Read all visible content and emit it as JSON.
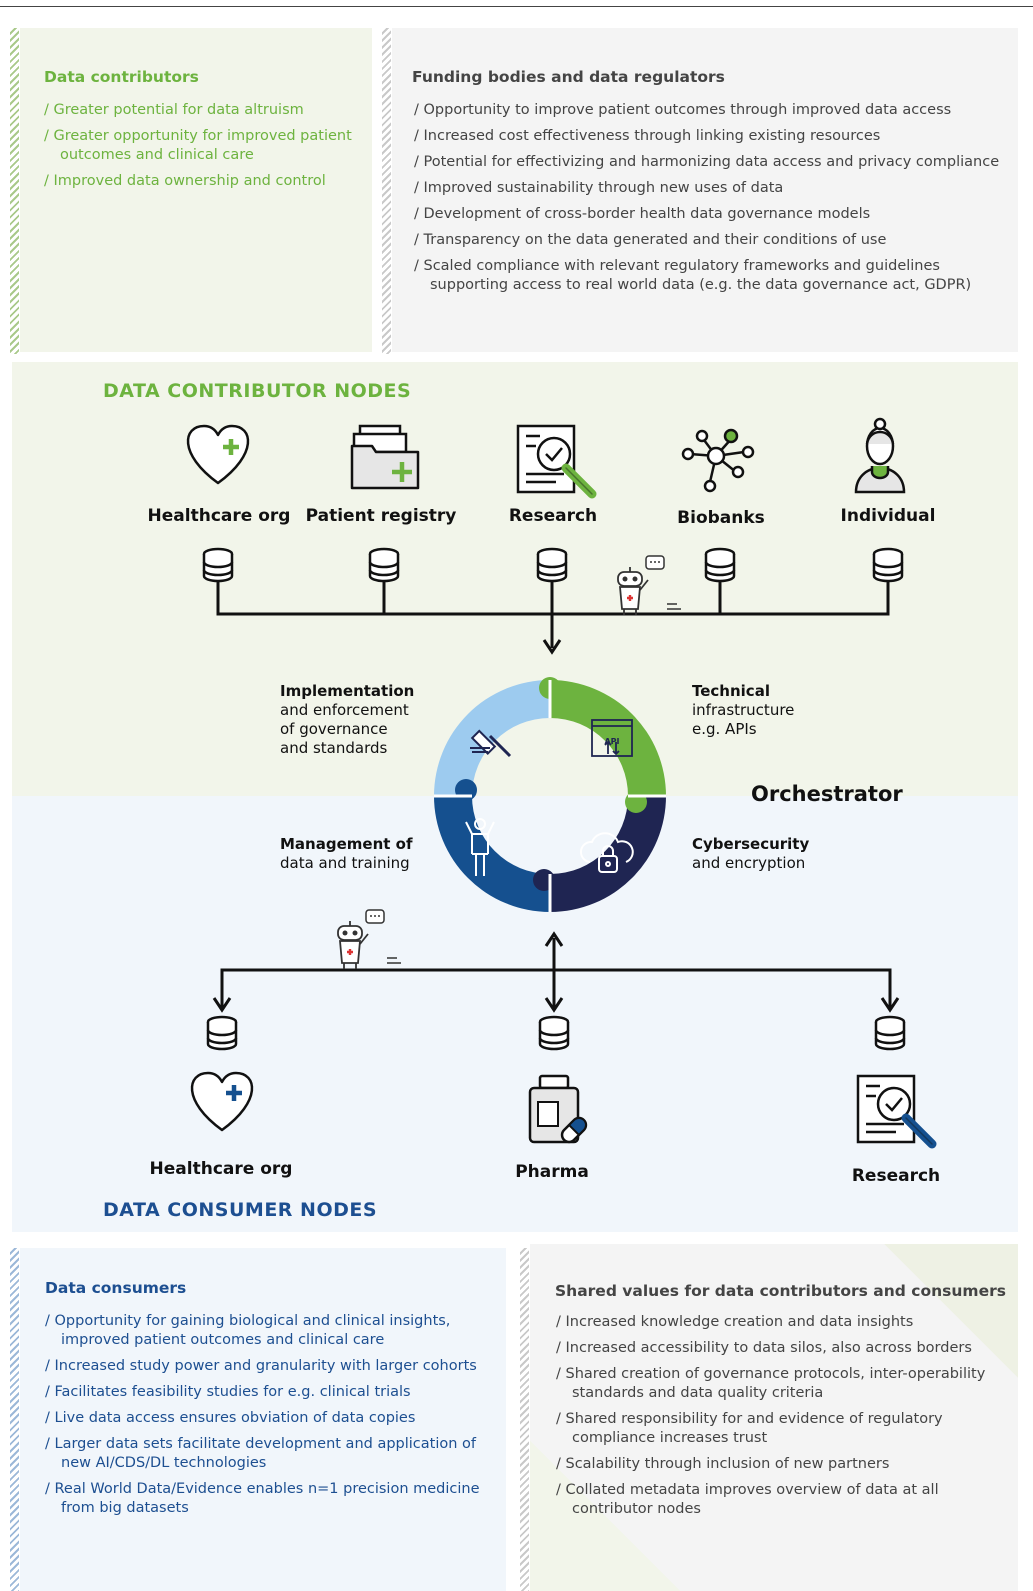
{
  "contributors": {
    "title": "Data contributors",
    "items": [
      "Greater potential for data altruism",
      "Greater opportunity for improved patient outcomes and clinical care",
      "Improved data ownership and control"
    ]
  },
  "funding": {
    "title": "Funding bodies and data regulators",
    "items": [
      "Opportunity to improve patient outcomes through improved data access",
      "Increased cost effectiveness through linking existing resources",
      "Potential for effectivizing and harmonizing data access and privacy compliance",
      "Improved sustainability through new uses of data",
      "Development of cross-border health data governance models",
      "Transparency on the data generated and their conditions of use",
      "Scaled compliance with relevant regulatory frameworks and guidelines supporting access to real world data (e.g. the data governance act, GDPR)"
    ]
  },
  "contributor_nodes": {
    "heading": "DATA CONTRIBUTOR NODES",
    "nodes": [
      {
        "label": "Healthcare org",
        "icon": "heart-plus-icon"
      },
      {
        "label": "Patient registry",
        "icon": "folder-plus-icon"
      },
      {
        "label": "Research",
        "icon": "document-magnifier-icon"
      },
      {
        "label": "Biobanks",
        "icon": "molecule-icon"
      },
      {
        "label": "Individual",
        "icon": "person-icon"
      }
    ]
  },
  "orchestrator": {
    "label": "Orchestrator",
    "implementation": {
      "bold": "Implementation",
      "rest": [
        "and enforcement",
        "of governance",
        "and standards"
      ]
    },
    "technical": {
      "bold": "Technical",
      "rest": [
        "infrastructure",
        "e.g. APIs"
      ]
    },
    "management": {
      "bold": "Management of",
      "rest": [
        "data and training"
      ]
    },
    "cybersecurity": {
      "bold": "Cybersecurity",
      "rest": [
        "and encryption"
      ]
    },
    "api_label": "API"
  },
  "consumer_nodes": {
    "heading": "DATA CONSUMER NODES",
    "nodes": [
      {
        "label": "Healthcare org",
        "icon": "heart-plus-icon"
      },
      {
        "label": "Pharma",
        "icon": "pill-bottle-icon"
      },
      {
        "label": "Research",
        "icon": "document-magnifier-icon"
      }
    ]
  },
  "consumers": {
    "title": "Data consumers",
    "items": [
      "Opportunity for gaining biological and clinical insights, improved patient outcomes and clinical care",
      "Increased study power and granularity with larger cohorts",
      "Facilitates feasibility studies for e.g. clinical trials",
      "Live data access ensures obviation of data copies",
      "Larger data sets facilitate development and application of new AI/CDS/DL technologies",
      "Real World Data/Evidence enables n=1 precision medicine from big datasets"
    ]
  },
  "shared": {
    "title": "Shared values for data contributors and consumers",
    "items": [
      "Increased knowledge creation and data insights",
      "Increased accessibility to data silos, also across borders",
      "Shared creation of governance protocols, inter-operability standards and data quality criteria",
      "Shared responsibility for and evidence of regulatory compliance increases trust",
      "Scalability through inclusion of new partners",
      "Collated metadata improves overview of data at all contributor nodes"
    ]
  },
  "colors": {
    "green": "#6db33f",
    "blue": "#1d4f91",
    "light_green": "#f2f5ea",
    "light_blue": "#f1f6fb",
    "gray_panel": "#f4f4f4"
  }
}
